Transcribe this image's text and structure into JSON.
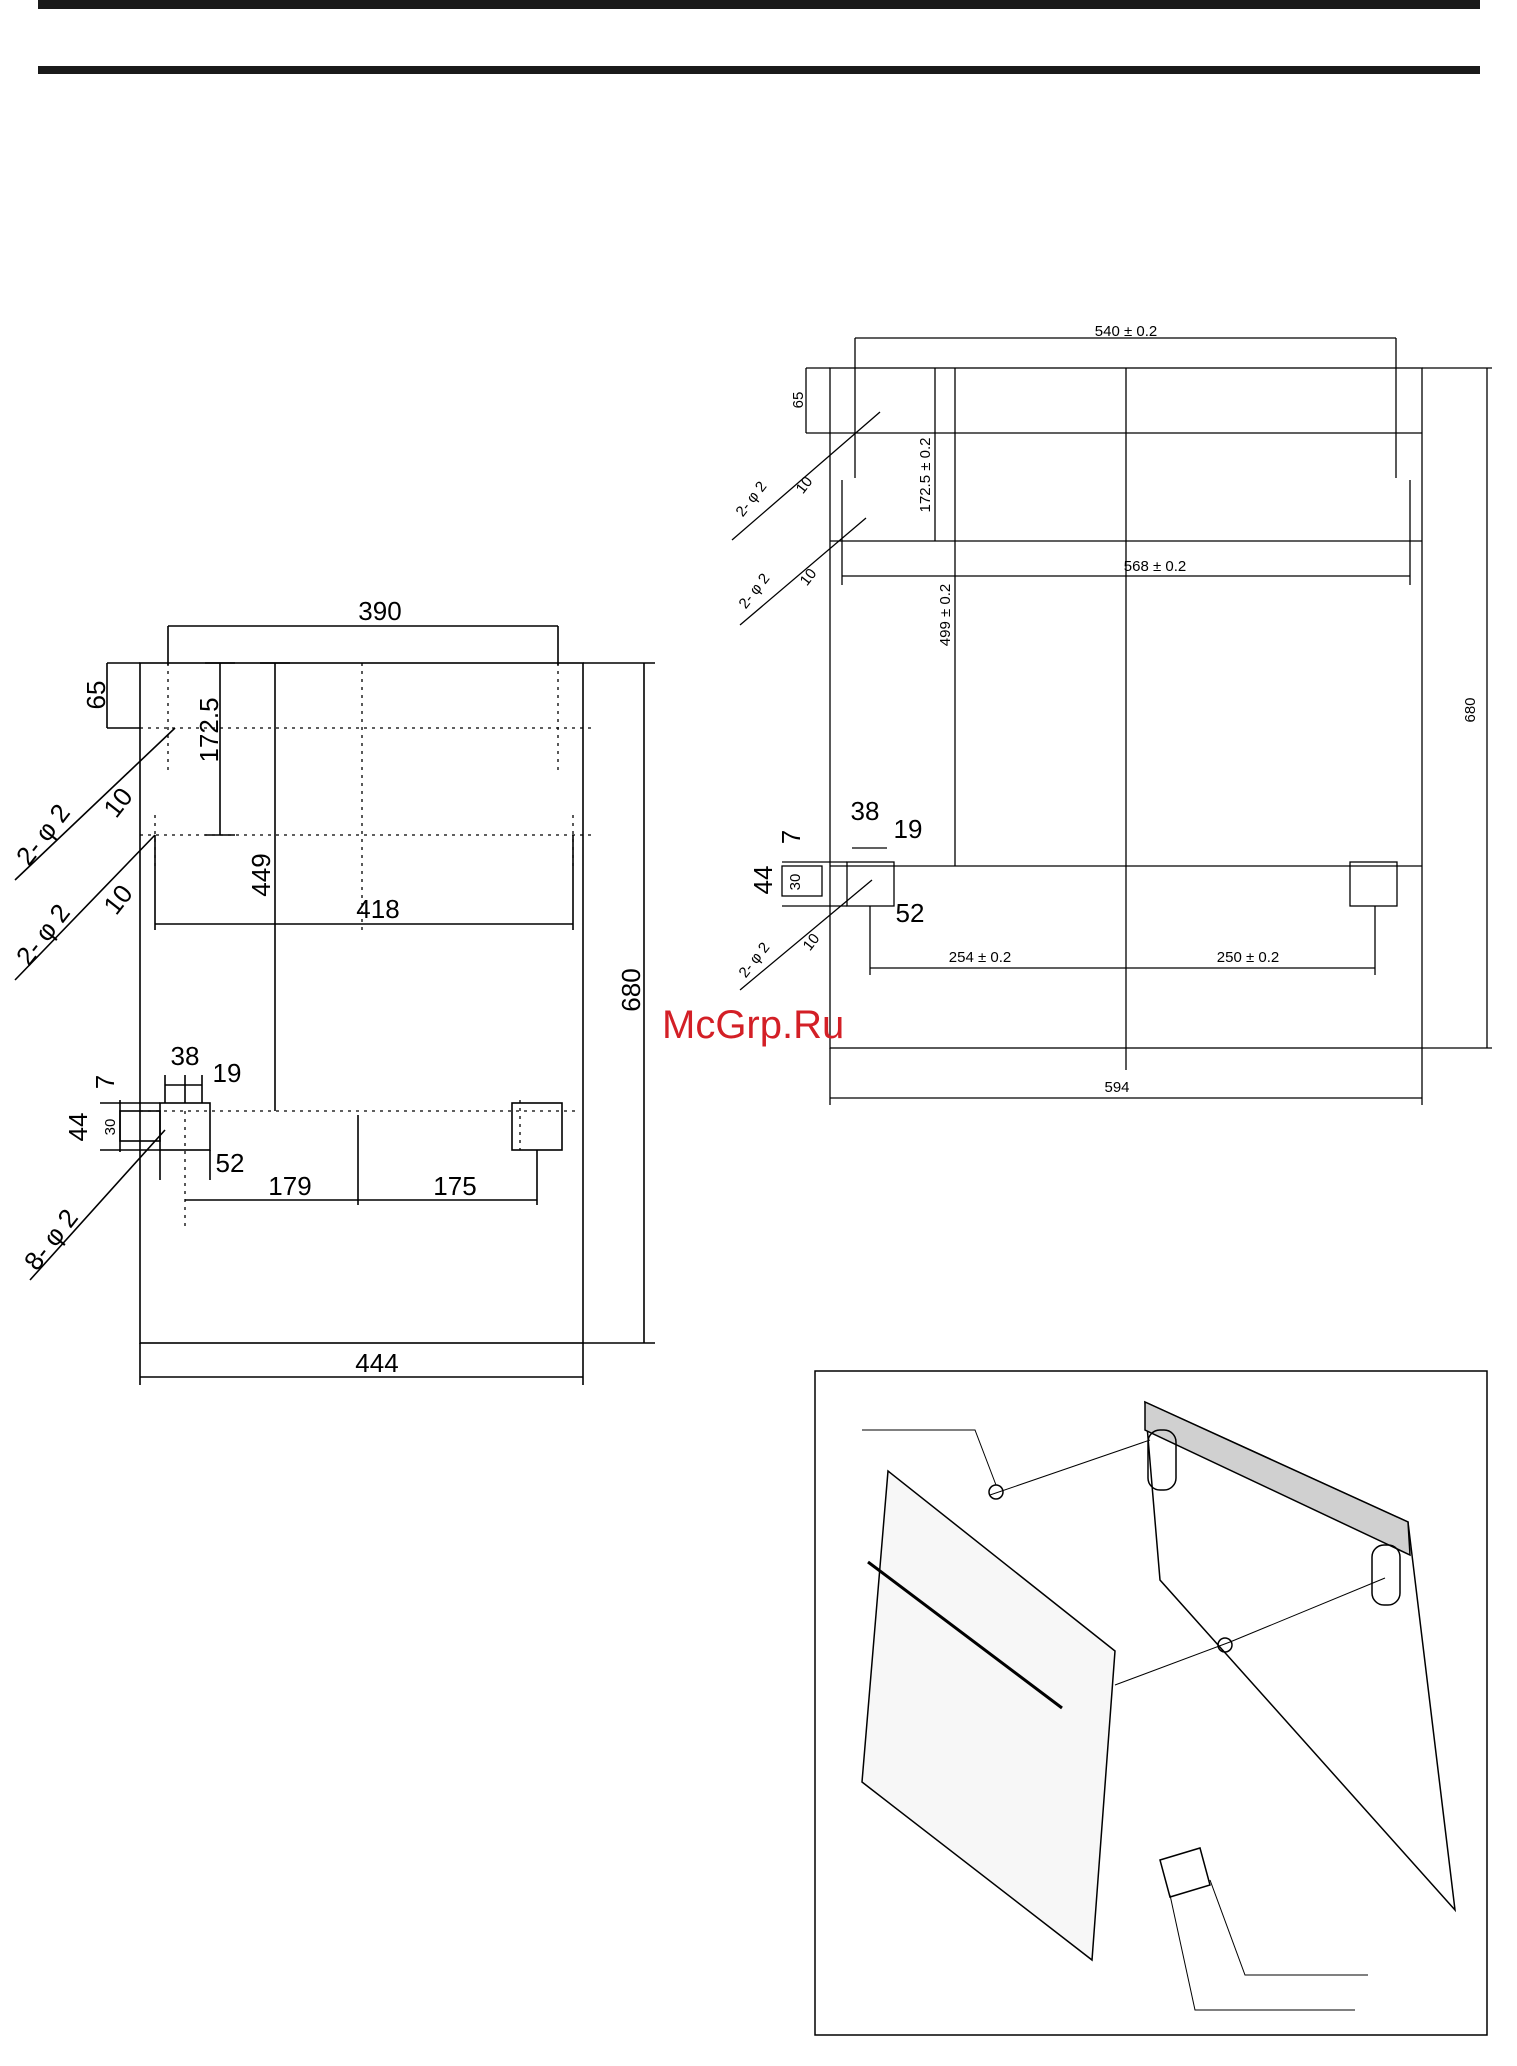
{
  "watermark": "McGrp.Ru",
  "left_drawing": {
    "width_top": "390",
    "top_offset": "65",
    "upper_depth": "172.5",
    "hole_spec_1": "2- φ 2",
    "hole_spec_1_depth": "10",
    "hole_spec_2": "2- φ 2",
    "hole_spec_2_depth": "10",
    "height_449": "449",
    "width_418": "418",
    "total_height": "680",
    "dim_38": "38",
    "dim_19": "19",
    "dim_7": "7",
    "dim_44": "44",
    "dim_30": "30",
    "dim_52": "52",
    "hole_spec_3": "8- φ 2",
    "dim_179": "179",
    "dim_175": "175",
    "total_width": "444"
  },
  "right_drawing": {
    "width_top": "540 ± 0.2",
    "top_offset": "65",
    "upper_depth": "172.5 ± 0.2",
    "hole_spec_1": "2- φ 2",
    "hole_spec_1_depth": "10",
    "hole_spec_2": "2- φ 2",
    "hole_spec_2_depth": "10",
    "width_568": "568 ± 0.2",
    "height_499": "499 ± 0.2",
    "total_height": "680",
    "dim_38": "38",
    "dim_19": "19",
    "dim_7": "7",
    "dim_44": "44",
    "dim_30": "30",
    "dim_52": "52",
    "hole_spec_3": "2- φ 2",
    "hole_spec_3_depth": "10",
    "dim_254": "254 ± 0.2",
    "dim_250": "250 ± 0.2",
    "total_width": "594"
  }
}
